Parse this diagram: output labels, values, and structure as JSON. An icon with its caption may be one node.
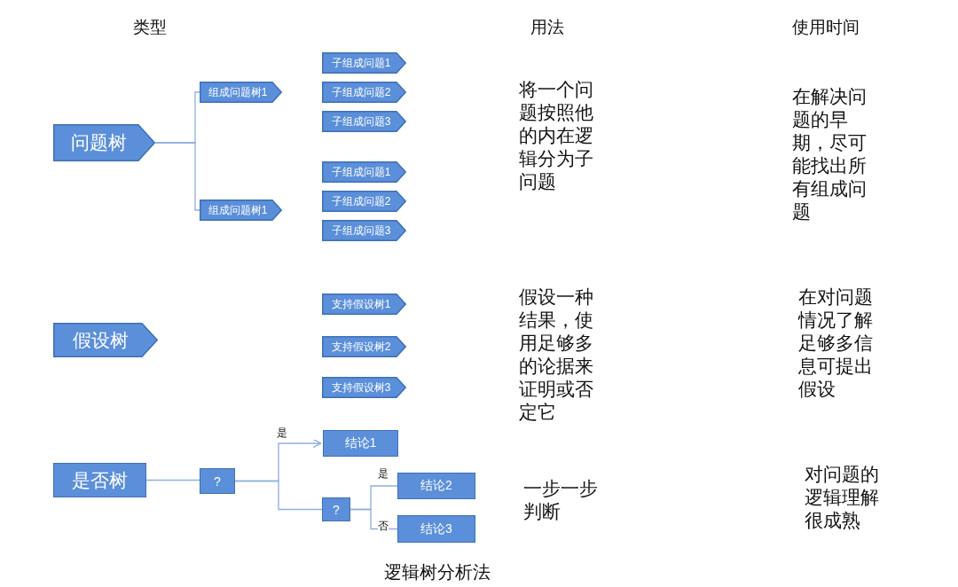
{
  "diagram": {
    "caption": "逻辑树分析法",
    "nodes": [
      {
        "text": [
          "问题树"
        ]
      },
      {
        "text": [
          "组成问题树1"
        ]
      },
      {
        "text": [
          "子组成问题1"
        ]
      },
      {
        "text": [
          "子组成问题2"
        ]
      },
      {
        "text": [
          "子组成问题3"
        ]
      },
      {
        "text": [
          "子组成问题1"
        ]
      },
      {
        "text": [
          "子组成问题2"
        ]
      },
      {
        "text": [
          "子组成问题3"
        ]
      },
      {
        "text": [
          "组成问题树1"
        ]
      },
      {
        "text": [
          "假设树"
        ]
      },
      {
        "text": [
          "支持假设树1"
        ]
      },
      {
        "text": [
          "支持假设树2"
        ]
      },
      {
        "text": [
          "支持假设树3"
        ]
      },
      {
        "text": [
          "是否树"
        ]
      },
      {
        "text": [
          "?"
        ]
      },
      {
        "text": [
          "结论1"
        ]
      },
      {
        "text": [
          "?"
        ]
      },
      {
        "text": [
          "结论2"
        ]
      },
      {
        "text": [
          "结论3"
        ]
      }
    ],
    "edges": [
      {
        "from": 0,
        "to": 1,
        "arrow": "none"
      },
      {
        "from": 0,
        "to": 8,
        "arrow": "none"
      },
      {
        "from": 13,
        "to": 14,
        "arrow": "none"
      },
      {
        "from": 14,
        "to": 15,
        "arrow": "to",
        "label": "是"
      },
      {
        "from": 14,
        "to": 16,
        "arrow": "none"
      },
      {
        "from": 16,
        "to": 17,
        "arrow": "none",
        "label": "是"
      },
      {
        "from": 16,
        "to": 18,
        "arrow": "none",
        "label": "否"
      }
    ],
    "labels": [
      "类型",
      "用法",
      "使用时间",
      "将一个问题按照他的内在逻辑分为子问题",
      "在解决问题的早期，尽可能找出所有组成问题",
      "假设一种结果，使用足够多的论据来证明或否定它",
      "在对问题情况了解足够多信息可提出假设",
      "一步一步判断",
      "对问题的逻辑理解很成熟"
    ]
  }
}
